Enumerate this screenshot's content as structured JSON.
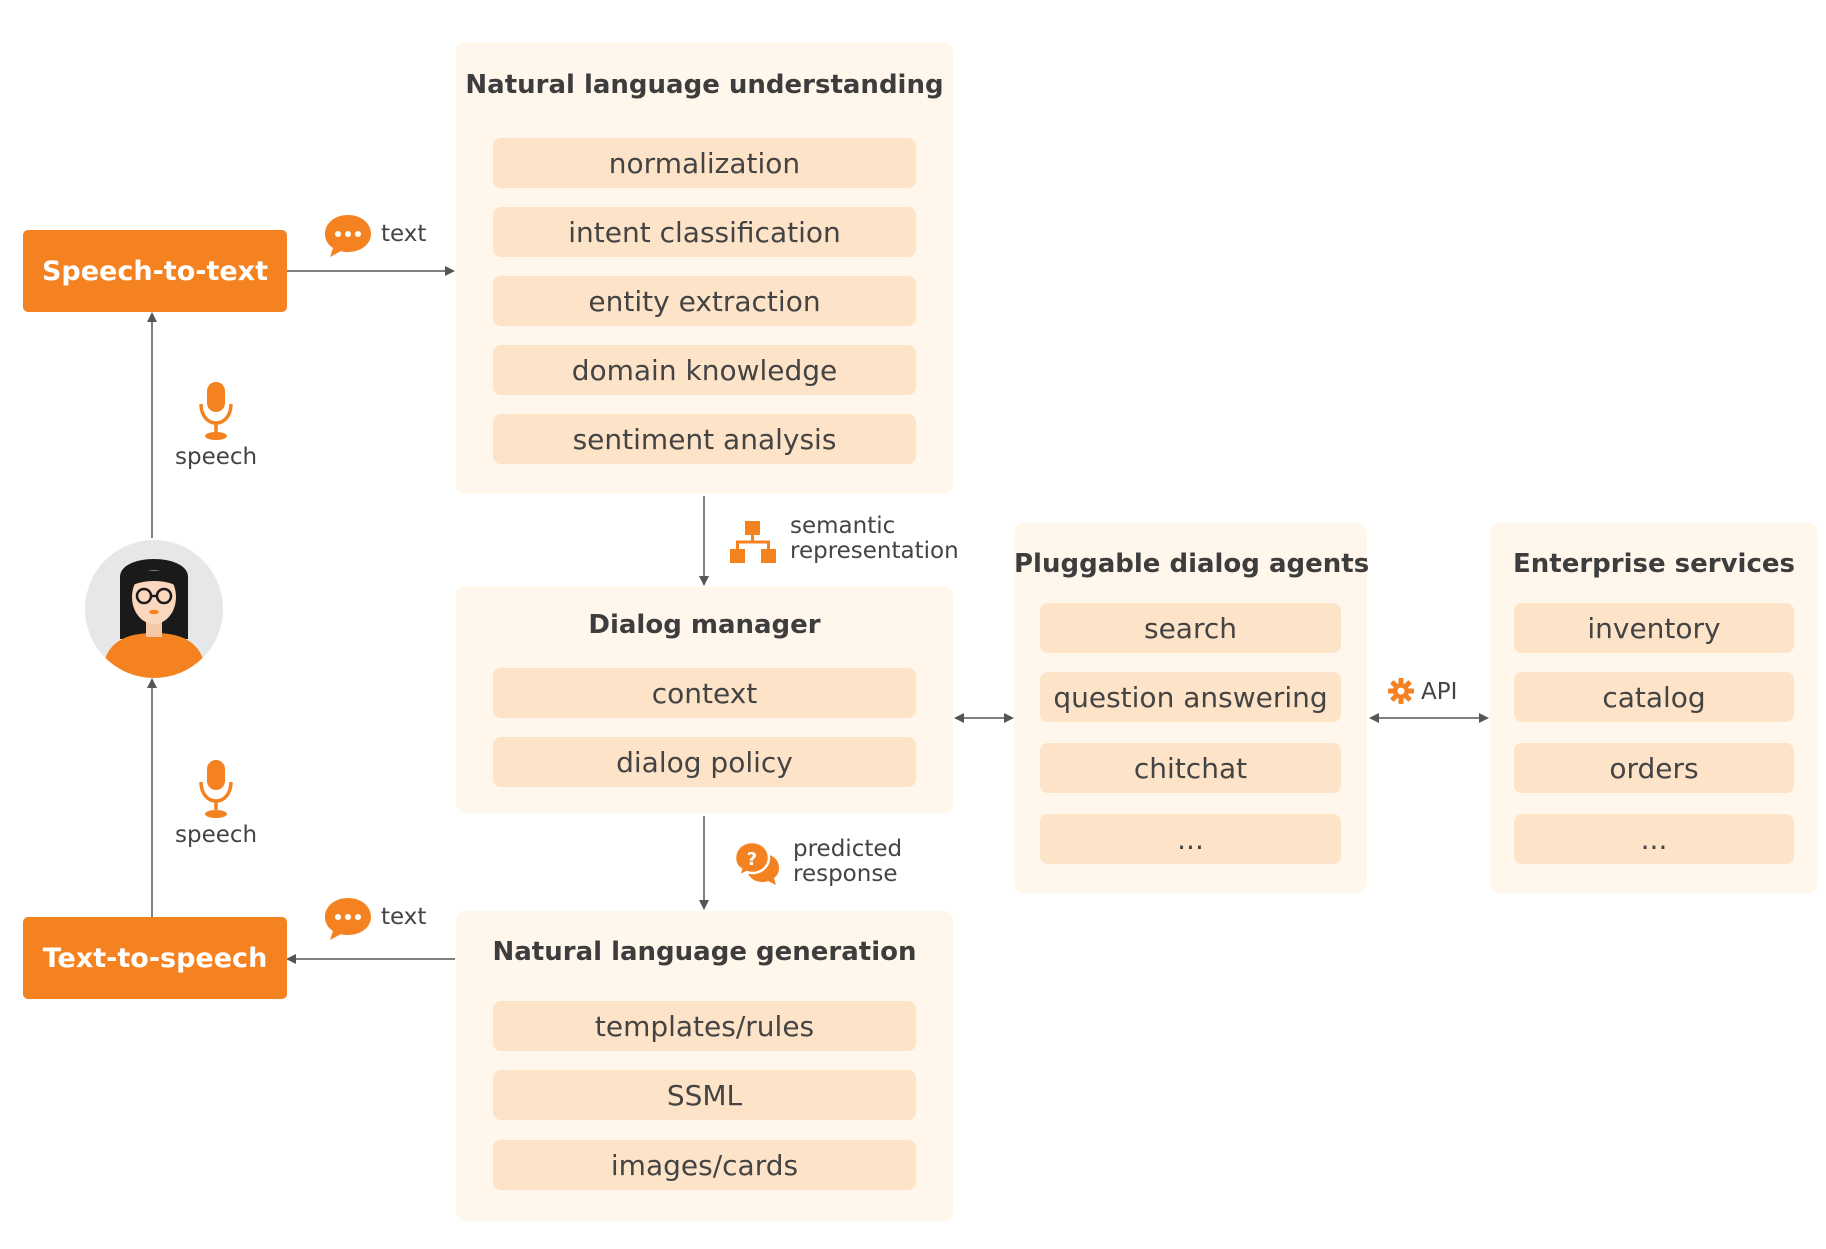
{
  "nlu": {
    "title": "Natural language understanding",
    "items": [
      "normalization",
      "intent classification",
      "entity extraction",
      "domain knowledge",
      "sentiment analysis"
    ]
  },
  "dialog_manager": {
    "title": "Dialog manager",
    "items": [
      "context",
      "dialog policy"
    ]
  },
  "nlg": {
    "title": "Natural language generation",
    "items": [
      "templates/rules",
      "SSML",
      "images/cards"
    ]
  },
  "agents": {
    "title": "Pluggable dialog agents",
    "items": [
      "search",
      "question answering",
      "chitchat",
      "..."
    ]
  },
  "enterprise": {
    "title": "Enterprise services",
    "items": [
      "inventory",
      "catalog",
      "orders",
      "..."
    ]
  },
  "speech_to_text": "Speech-to-text",
  "text_to_speech": "Text-to-speech",
  "labels": {
    "text_top": "text",
    "text_bottom": "text",
    "speech_top": "speech",
    "speech_bottom": "speech",
    "semantic_1": "semantic",
    "semantic_2": "representation",
    "predicted_1": "predicted",
    "predicted_2": "response",
    "api": "API"
  },
  "colors": {
    "accent": "#f58220",
    "panel_bg": "#fff6ec",
    "item_bg": "#fde3c7",
    "arrow": "#555555"
  },
  "icons": [
    "chat-bubble-icon",
    "microphone-icon",
    "user-avatar",
    "hierarchy-icon",
    "question-bubble-icon",
    "gear-icon"
  ]
}
